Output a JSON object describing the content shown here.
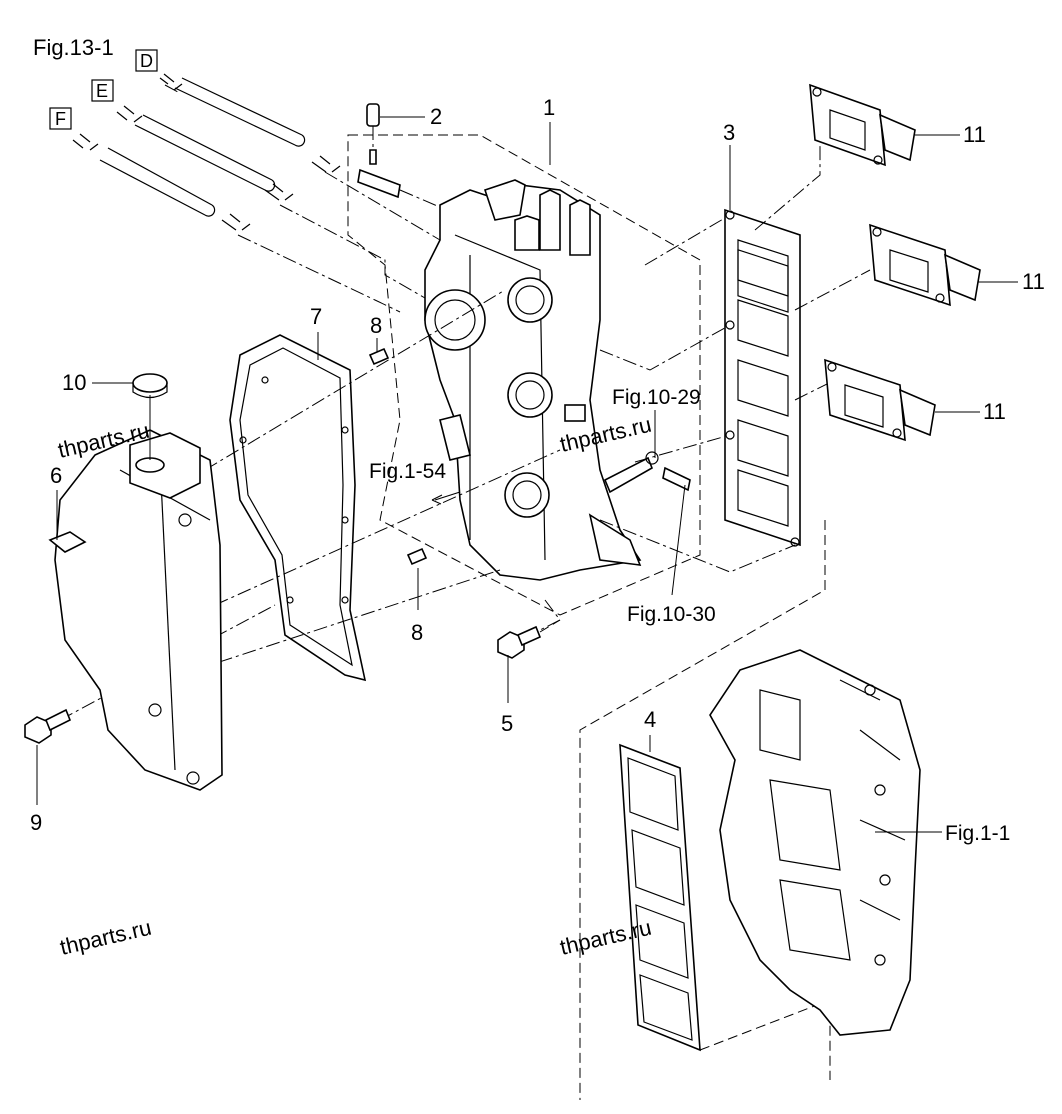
{
  "figure": {
    "title": "Fig.13-1"
  },
  "connectors": [
    {
      "id": "D",
      "label": "D"
    },
    {
      "id": "E",
      "label": "E"
    },
    {
      "id": "F",
      "label": "F"
    }
  ],
  "callouts": {
    "p1": "1",
    "p2": "2",
    "p3": "3",
    "p4": "4",
    "p5": "5",
    "p6": "6",
    "p7": "7",
    "p8a": "8",
    "p8b": "8",
    "p9": "9",
    "p10": "10",
    "p11a": "11",
    "p11b": "11",
    "p11c": "11"
  },
  "references": {
    "fig_1_54": "Fig.1-54",
    "fig_10_29": "Fig.10-29",
    "fig_10_30": "Fig.10-30",
    "fig_1_1": "Fig.1-1"
  },
  "watermarks": [
    "thparts.ru",
    "thparts.ru",
    "thparts.ru",
    "thparts.ru"
  ]
}
